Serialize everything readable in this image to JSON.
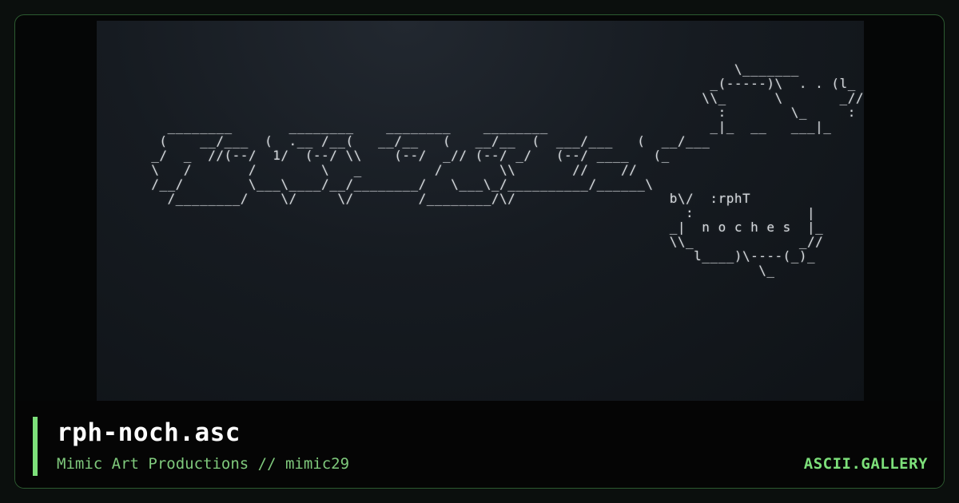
{
  "art": {
    "lines": [
      "                                                                          \\_______",
      "                                                                       _(-----)\\  . . (l_",
      "                                                                      \\\\_      \\       _//",
      "                                                                        :        \\_     :",
      "    ________       ________    ________    ________                    _|_  __   ___|_",
      "   (    __/___  (  .__ /__(   __/__   (   __/__  (  ___/___   (  __/___",
      "  _/  _  //(--/  1/  (--/ \\\\    (--/  _// (--/ _/   (--/ ____   (_",
      "  \\   /       /        \\   _         /       \\\\       //    //",
      "  /__/        \\___\\____/__/________/   \\___\\_/__________/______\\",
      "    /________/    \\/     \\/        /________/\\/                   b\\/  :rphT",
      "                                                                    :              |",
      "                                                                  _|  n o c h e s  |_",
      "                                                                  \\\\_             _//",
      "                                                                     l____)\\----(_)_",
      "                                                                             \\_"
    ]
  },
  "footer": {
    "title": "rph-noch.asc",
    "subtitle": "Mimic Art Productions // mimic29",
    "brand": "ASCII.GALLERY"
  },
  "colors": {
    "accent": "#7de07a",
    "frame_border": "#2c5a30",
    "background": "#050606"
  }
}
